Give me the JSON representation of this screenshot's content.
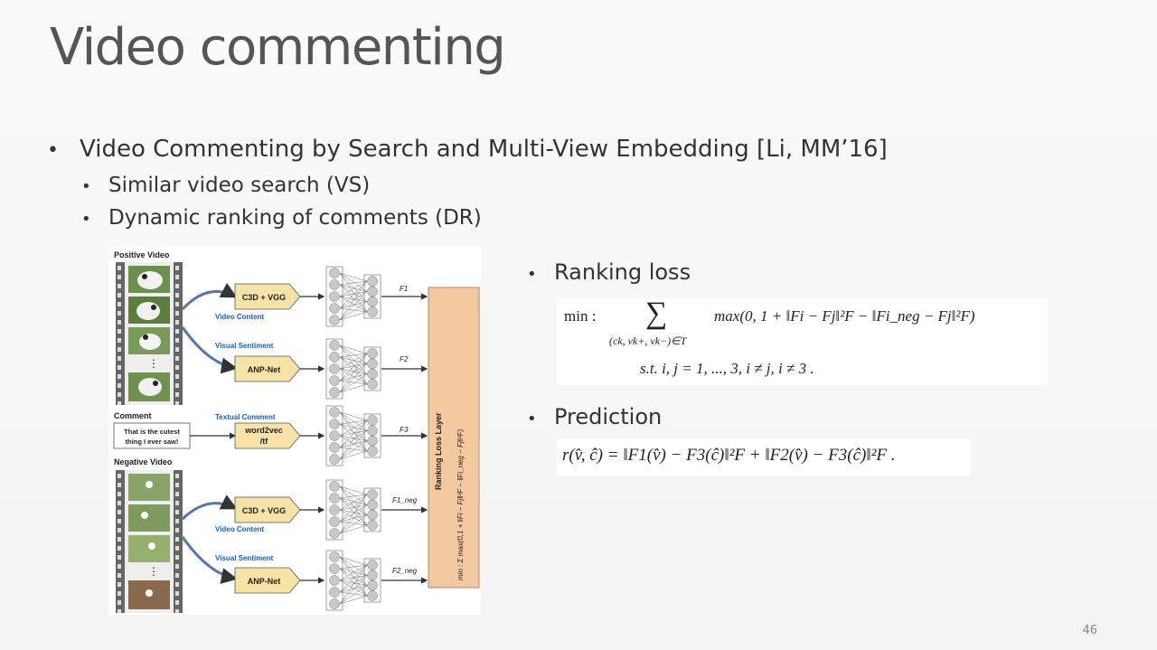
{
  "slide": {
    "title": "Video commenting",
    "bullet_main": "Video Commenting by Search and Multi-View Embedding [Li, MM’16]",
    "sub_bullets": [
      "Similar video search (VS)",
      "Dynamic ranking of comments (DR)"
    ],
    "right_bullets": [
      "Ranking loss",
      "Prediction"
    ],
    "page_number": "46"
  },
  "figure": {
    "positive_video": "Positive Video",
    "negative_video": "Negative Video",
    "comment_label": "Comment",
    "comment_text_1": "That is the cutest",
    "comment_text_2": "thing I ever saw!",
    "c3d_vgg": "C3D + VGG",
    "anp_net": "ANP-Net",
    "word2vec_1": "word2vec",
    "word2vec_2": "/tf",
    "video_content": "Video Content",
    "visual_sentiment": "Visual Sentiment",
    "textual_comment": "Textual Comment",
    "f1": "F1",
    "f2": "F2",
    "f3": "F3",
    "f1neg": "F1_neg",
    "f2neg": "F2_neg",
    "loss_layer": "Ranking Loss Layer",
    "loss_formula": "min : Σ max(0,1 + ‖Fi − Fj‖²F − ‖Fi_neg − Fj‖²F)"
  },
  "equations": {
    "ranking_min": "min :",
    "ranking_sum": "∑",
    "ranking_sub": "(ck, vk+, vk−)∈T",
    "ranking_max": "max(0, 1 + ‖Fi − Fj‖²F − ‖Fi_neg − Fj‖²F)",
    "ranking_st": "s.t.   i, j = 1, ..., 3,   i ≠ j,   i ≠ 3 .",
    "prediction": "r(v̂, ĉ) = ‖F1(v̂) − F3(ĉ)‖²F + ‖F2(v̂) − F3(ĉ)‖²F ."
  },
  "colors": {
    "accent_blue": "#1a5fb4",
    "box_fill": "#f7e3a8",
    "loss_fill": "#f2c9a0"
  }
}
